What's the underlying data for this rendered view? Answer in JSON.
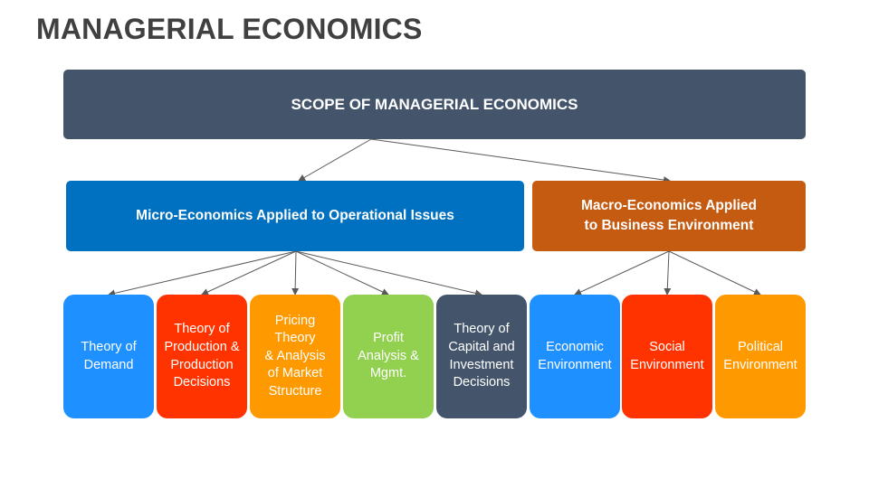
{
  "title": "MANAGERIAL ECONOMICS",
  "root": {
    "label": "SCOPE OF MANAGERIAL ECONOMICS",
    "color": "#44546A"
  },
  "branches": [
    {
      "label": "Micro-Economics Applied to Operational Issues",
      "color": "#0070C0"
    },
    {
      "label": "Macro-Economics Applied\nto Business Environment",
      "color": "#C55A11"
    }
  ],
  "leaves": [
    {
      "label": "Theory of\nDemand",
      "color": "#1E90FF",
      "branch": 0
    },
    {
      "label": "Theory of\nProduction &\nProduction\nDecisions",
      "color": "#FF3300",
      "branch": 0
    },
    {
      "label": "Pricing\nTheory\n& Analysis\nof Market\nStructure",
      "color": "#FF9900",
      "branch": 0
    },
    {
      "label": "Profit\nAnalysis &\nMgmt.",
      "color": "#92D050",
      "branch": 0
    },
    {
      "label": "Theory of\nCapital and\nInvestment\nDecisions",
      "color": "#44546A",
      "branch": 0
    },
    {
      "label": "Economic\nEnvironment",
      "color": "#1E90FF",
      "branch": 1
    },
    {
      "label": "Social\nEnvironment",
      "color": "#FF3300",
      "branch": 1
    },
    {
      "label": "Political\nEnvironment",
      "color": "#FF9900",
      "branch": 1
    }
  ],
  "connector_color": "#595959"
}
